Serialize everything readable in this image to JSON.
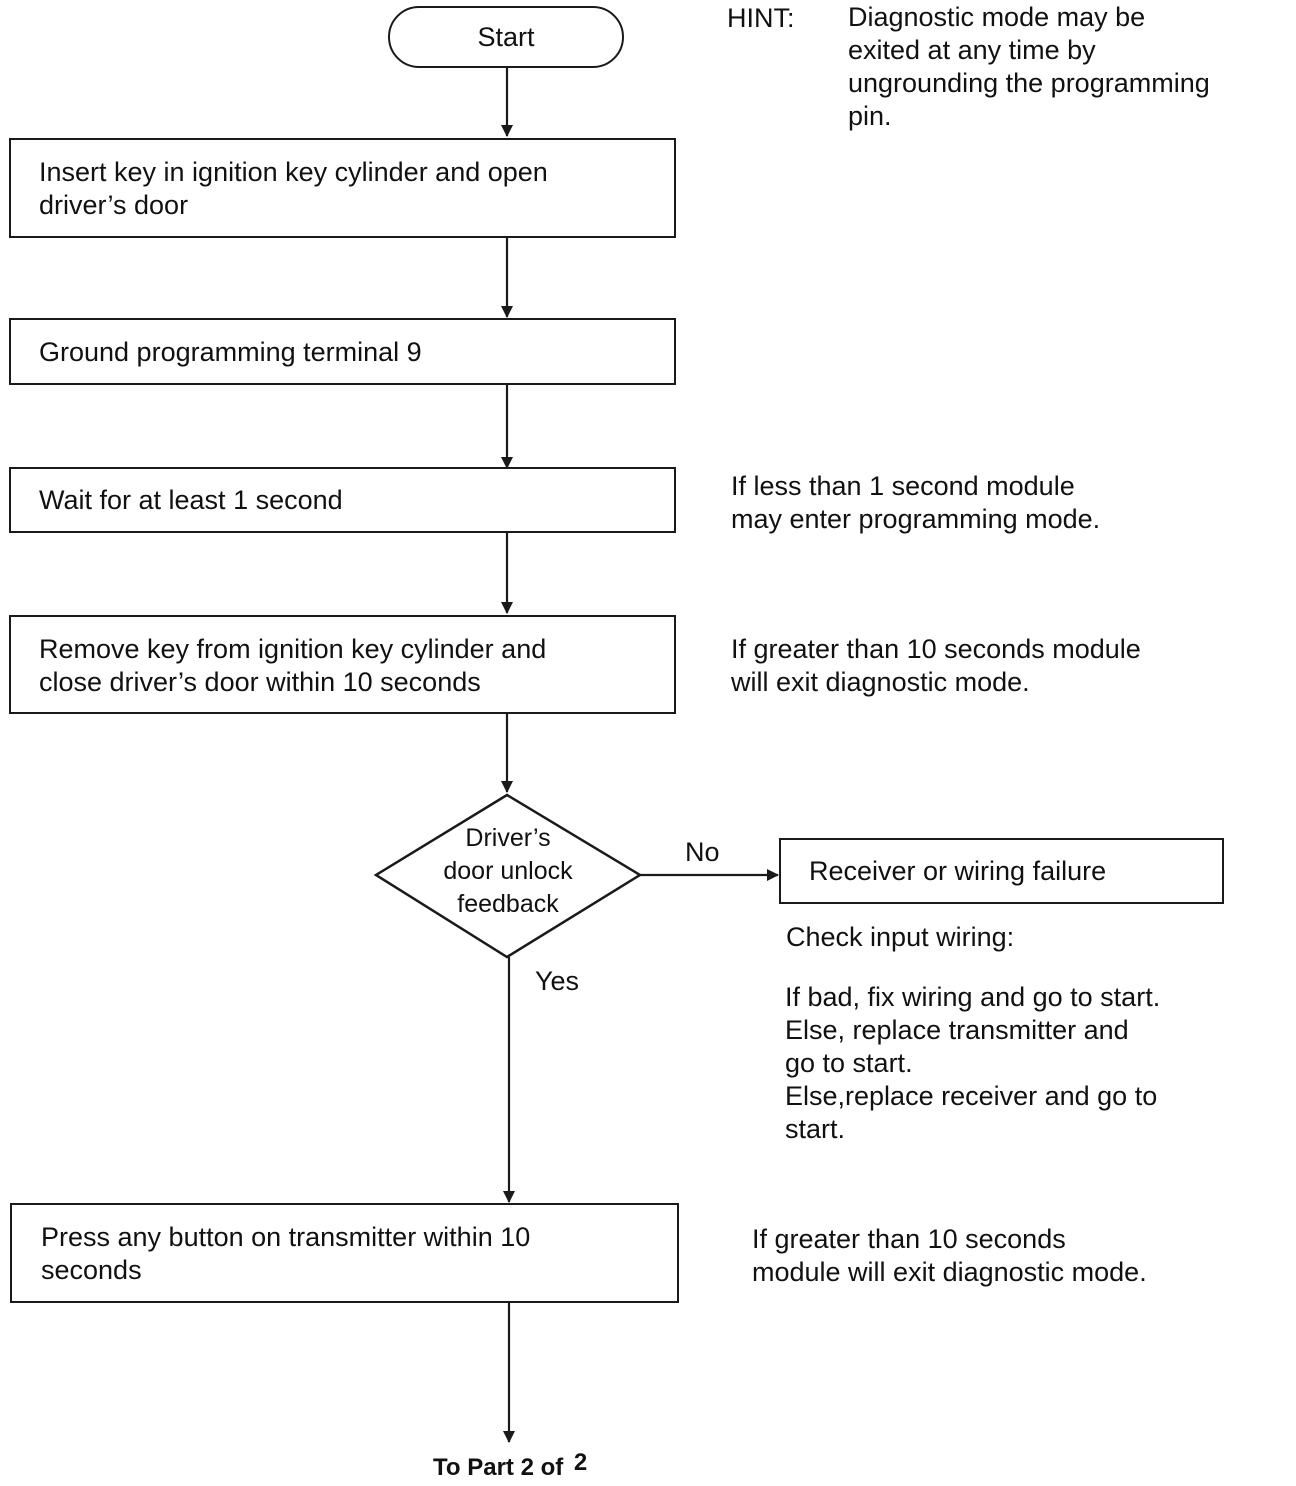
{
  "flowchart": {
    "start": "Start",
    "hint": {
      "label": "HINT:",
      "text": "Diagnostic mode may be\nexited at any time by\nungrounding the programming\npin."
    },
    "steps": [
      "Insert key in ignition key cylinder and open\ndriver’s door",
      "Ground programming terminal 9",
      "Wait for at least 1 second",
      "Remove key from ignition key cylinder and\nclose driver’s door within 10 seconds",
      "Press any button on transmitter within 10\nseconds"
    ],
    "notes": [
      "If less than 1 second module\nmay enter programming mode.",
      "If greater than 10 seconds module\nwill exit diagnostic mode.",
      "If greater than 10 seconds\nmodule will exit diagnostic mode."
    ],
    "decision": {
      "text": "Driver’s\ndoor unlock\nfeedback",
      "no_label": "No",
      "yes_label": "Yes"
    },
    "failure": {
      "title": "Receiver or wiring failure",
      "check": "Check input wiring:",
      "actions": "If bad, fix wiring and go to start.\nElse, replace transmitter and\ngo to start.\nElse,replace receiver and go to\nstart."
    },
    "continuation": {
      "text": "To Part 2 of",
      "page": "2"
    }
  }
}
